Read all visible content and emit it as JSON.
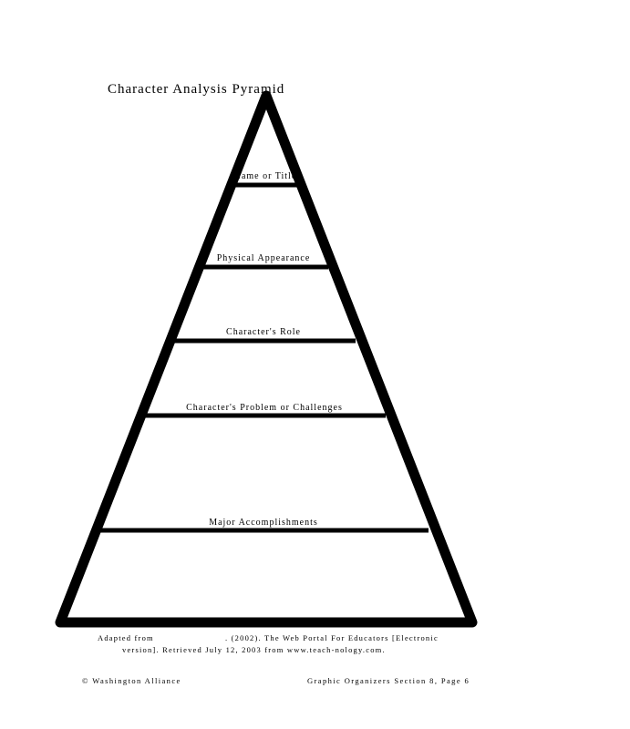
{
  "title": "Character Analysis Pyramid",
  "levels": [
    {
      "label": "Name or Title"
    },
    {
      "label": "Physical Appearance"
    },
    {
      "label": "Character's Role"
    },
    {
      "label": "Character's Problem or Challenges"
    },
    {
      "label": "Major Accomplishments"
    }
  ],
  "citation": {
    "line1_prefix": "Adapted from",
    "line1_rest": ". (2002). The Web Portal For Educators [Electronic",
    "line2": "version]. Retrieved July 12, 2003 from www.teach-nology.com."
  },
  "footer": {
    "left": "© Washington Alliance",
    "right": "Graphic Organizers Section 8, Page 6"
  }
}
